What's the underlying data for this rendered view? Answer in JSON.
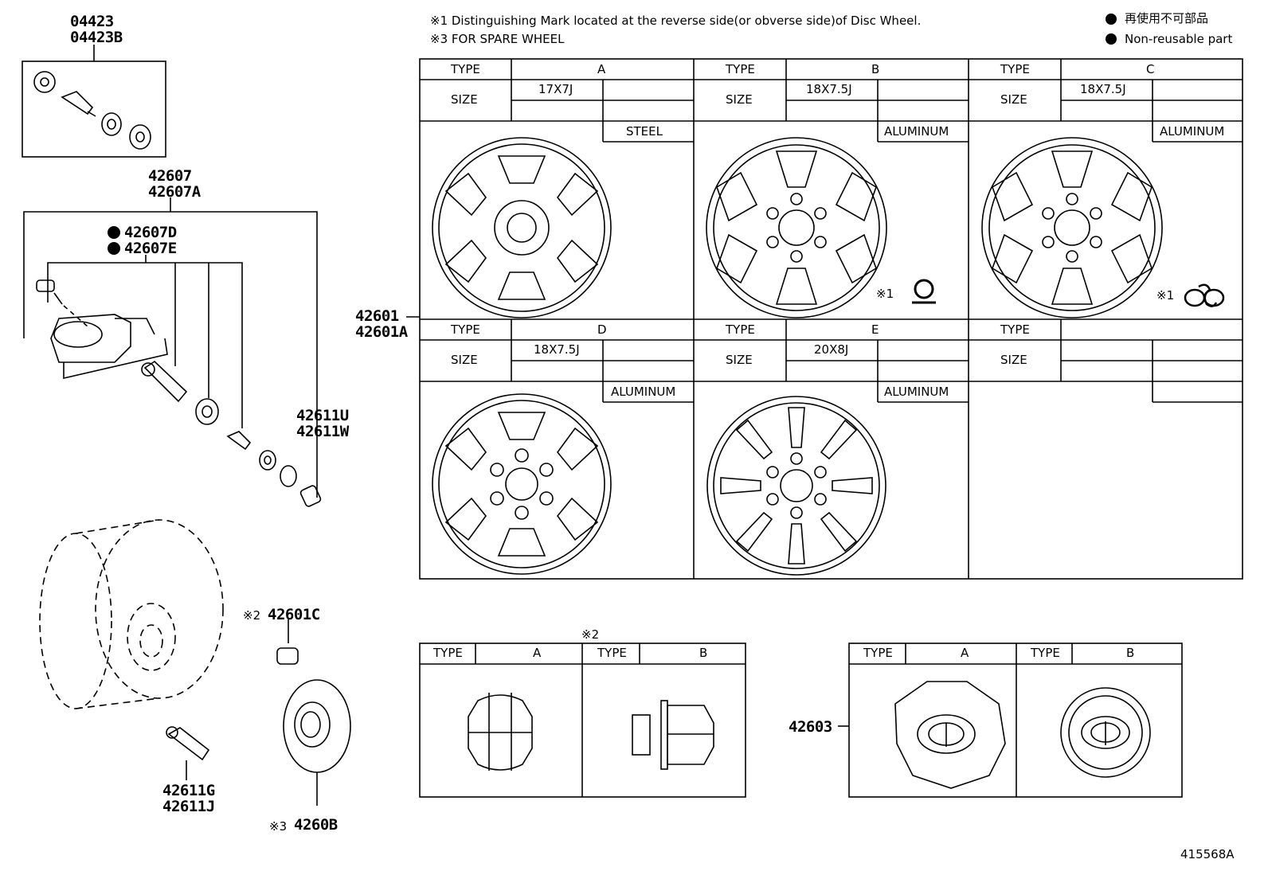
{
  "notes": {
    "note1": "※1 Distinguishing Mark located at the reverse side(or obverse side)of Disc Wheel.",
    "note3": "※3 FOR SPARE WHEEL",
    "legend_jp": "再使用不可部品",
    "legend_en": "Non-reusable part"
  },
  "parts": {
    "p04423": "04423",
    "p04423b": "04423B",
    "p42607": "42607",
    "p42607a": "42607A",
    "p42607d": "42607D",
    "p42607e": "42607E",
    "p42611u": "42611U",
    "p42611w": "42611W",
    "p42601": "42601",
    "p42601a": "42601A",
    "p42601c_mark": "※2",
    "p42601c": "42601C",
    "p42611g": "42611G",
    "p42611j": "42611J",
    "p4260b_mark": "※3",
    "p4260b": "4260B",
    "p42603": "42603"
  },
  "wheel_table": {
    "type_label": "TYPE",
    "size_label": "SIZE",
    "mark_label": "※1",
    "cells": [
      {
        "type": "A",
        "size": "17X7J",
        "material": "STEEL"
      },
      {
        "type": "B",
        "size": "18X7.5J",
        "material": "ALUMINUM"
      },
      {
        "type": "C",
        "size": "18X7.5J",
        "material": "ALUMINUM"
      },
      {
        "type": "D",
        "size": "18X7.5J",
        "material": "ALUMINUM"
      },
      {
        "type": "E",
        "size": "20X8J",
        "material": "ALUMINUM"
      },
      {
        "type": "",
        "size": "",
        "material": ""
      }
    ]
  },
  "nut_table": {
    "mark": "※2",
    "type_label": "TYPE",
    "a": "A",
    "b": "B"
  },
  "cap_table": {
    "type_label": "TYPE",
    "a": "A",
    "b": "B"
  },
  "ref_id": "415568A"
}
